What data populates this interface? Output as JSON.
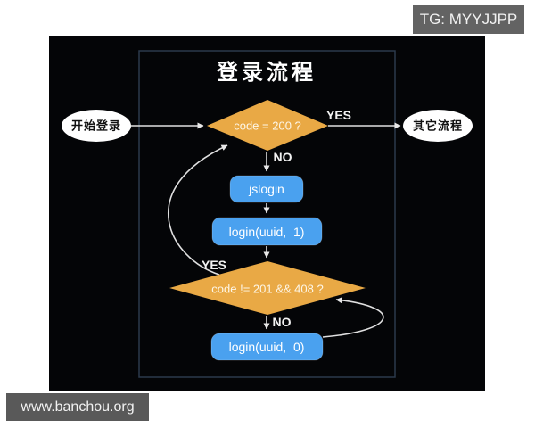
{
  "watermarks": {
    "top_right": "TG: MYYJJPP",
    "bottom_left": "www.banchou.org"
  },
  "diagram": {
    "title": "登录流程",
    "nodes": {
      "start": {
        "type": "terminator",
        "label": "开始登录"
      },
      "other": {
        "type": "terminator",
        "label": "其它流程"
      },
      "decision1": {
        "type": "decision",
        "label": "code = 200 ?"
      },
      "jslogin": {
        "type": "process",
        "label": "jslogin"
      },
      "login1": {
        "type": "process",
        "label": "login(uuid,  1)"
      },
      "decision2": {
        "type": "decision",
        "label": "code != 201 && 408 ?"
      },
      "login0": {
        "type": "process",
        "label": "login(uuid,  0)"
      }
    },
    "edge_labels": {
      "yes1": "YES",
      "no1": "NO",
      "yes2": "YES",
      "no2": "NO"
    },
    "edges": [
      {
        "from": "start",
        "to": "decision1",
        "label": ""
      },
      {
        "from": "decision1",
        "to": "other",
        "label": "YES"
      },
      {
        "from": "decision1",
        "to": "jslogin",
        "label": "NO"
      },
      {
        "from": "jslogin",
        "to": "login1",
        "label": ""
      },
      {
        "from": "login1",
        "to": "decision2",
        "label": ""
      },
      {
        "from": "decision2",
        "to": "decision1",
        "label": "YES"
      },
      {
        "from": "decision2",
        "to": "login0",
        "label": "NO"
      },
      {
        "from": "login0",
        "to": "decision2",
        "label": ""
      }
    ],
    "colors": {
      "canvas_bg": "#040507",
      "frame_border": "#2b3a4c",
      "decision_fill": "#e9a945",
      "process_fill": "#4aa1ef",
      "terminator_fill": "#ffffff",
      "edge_stroke": "#e0e0e0",
      "badge_bg": "#636363"
    }
  }
}
